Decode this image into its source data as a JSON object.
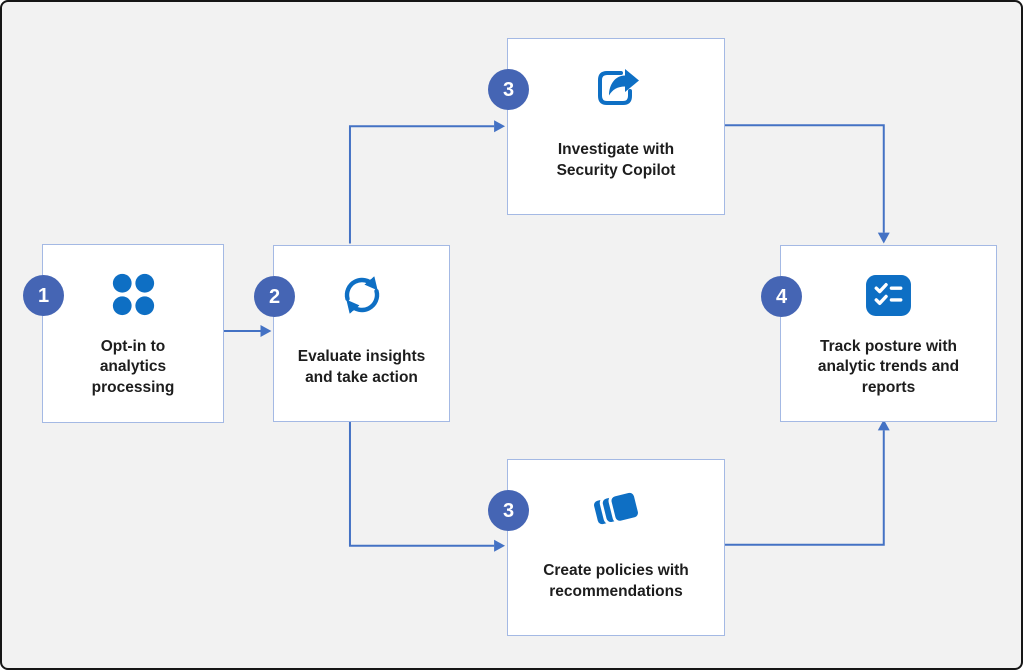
{
  "diagram": {
    "colors": {
      "bg": "#f2f2f2",
      "frame": "#161616",
      "box-bg": "#ffffff",
      "box-border": "#a4b9e4",
      "badge": "#4565b4",
      "arrow": "#4472c4",
      "icon": "#0e6fc4",
      "text": "#1d1d1d"
    },
    "nodes": [
      {
        "id": "opt-in",
        "step": "1",
        "icon": "dots-grid-icon",
        "label": "Opt-in to\nanalytics\nprocessing"
      },
      {
        "id": "evaluate",
        "step": "2",
        "icon": "sync-arrows-icon",
        "label": "Evaluate insights\nand take action"
      },
      {
        "id": "investigate",
        "step": "3",
        "icon": "share-arrow-icon",
        "label": "Investigate with\nSecurity Copilot"
      },
      {
        "id": "create-policies",
        "step": "3",
        "icon": "stacked-cards-icon",
        "label": "Create policies with\nrecommendations"
      },
      {
        "id": "track-posture",
        "step": "4",
        "icon": "checklist-icon",
        "label": "Track posture with\nanalytic trends and\nreports"
      }
    ],
    "edges": [
      {
        "from": "opt-in",
        "to": "evaluate"
      },
      {
        "from": "evaluate",
        "to": "investigate"
      },
      {
        "from": "evaluate",
        "to": "create-policies"
      },
      {
        "from": "investigate",
        "to": "track-posture"
      },
      {
        "from": "create-policies",
        "to": "track-posture"
      }
    ]
  }
}
